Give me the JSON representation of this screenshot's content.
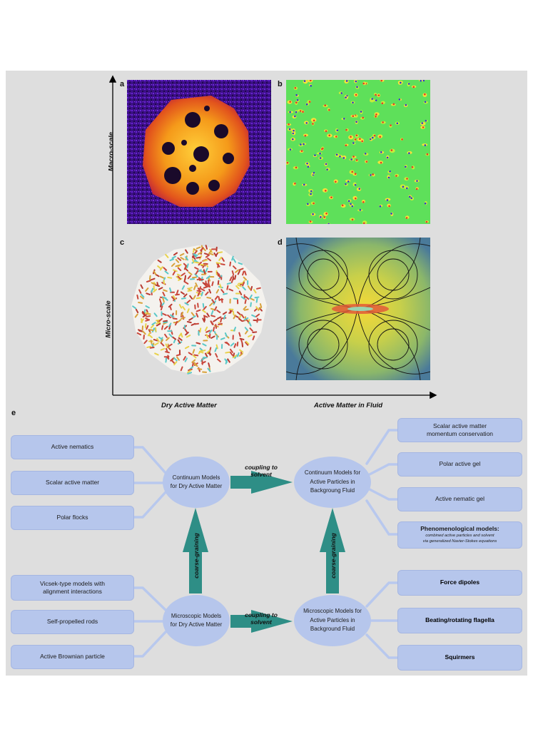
{
  "panels": {
    "a": "a",
    "b": "b",
    "c": "c",
    "d": "d",
    "e": "e"
  },
  "axes": {
    "y_top": "Macro-scale",
    "y_bottom": "Micro-scale",
    "x_left": "Dry Active Matter",
    "x_right": "Active Matter in Fluid"
  },
  "diagram": {
    "left_boxes": [
      "Active nematics",
      "Scalar active matter",
      "Polar flocks"
    ],
    "left_bottom_boxes": [
      "Vicsek-type models with alignment interactions",
      "Self-propelled rods",
      "Active Brownian particle"
    ],
    "right_boxes": [
      "Scalar active matter momentum conservation",
      "Polar active gel",
      "Active nematic gel"
    ],
    "phenomenological": {
      "title": "Phenomenological models:",
      "line1": "combined active particles and solvent",
      "line2": "via generalized Navier-Stokes equations"
    },
    "right_bottom_boxes": [
      "Force dipoles",
      "Beating/rotating flagella",
      "Squirmers"
    ],
    "ellipses": {
      "tl": "Continuum Models for Dry Active Matter",
      "tr": "Continuum Models for Active Particles in Backgroung Fluid",
      "bl": "Microscopic Models for Dry Active Matter",
      "br": "Microscopic Models for Active Particles in Background Fluid"
    },
    "arrows": {
      "coupling_top": "coupling to solvent",
      "coupling_bottom": "coupling to solvent",
      "coarse_left": "coarse-graining",
      "coarse_right": "coarse-graining"
    }
  },
  "colors": {
    "box": "#b6c6ec",
    "arrow": "#2e8e86",
    "connector": "#b8c8ee",
    "panel_bg": "#dedede"
  }
}
